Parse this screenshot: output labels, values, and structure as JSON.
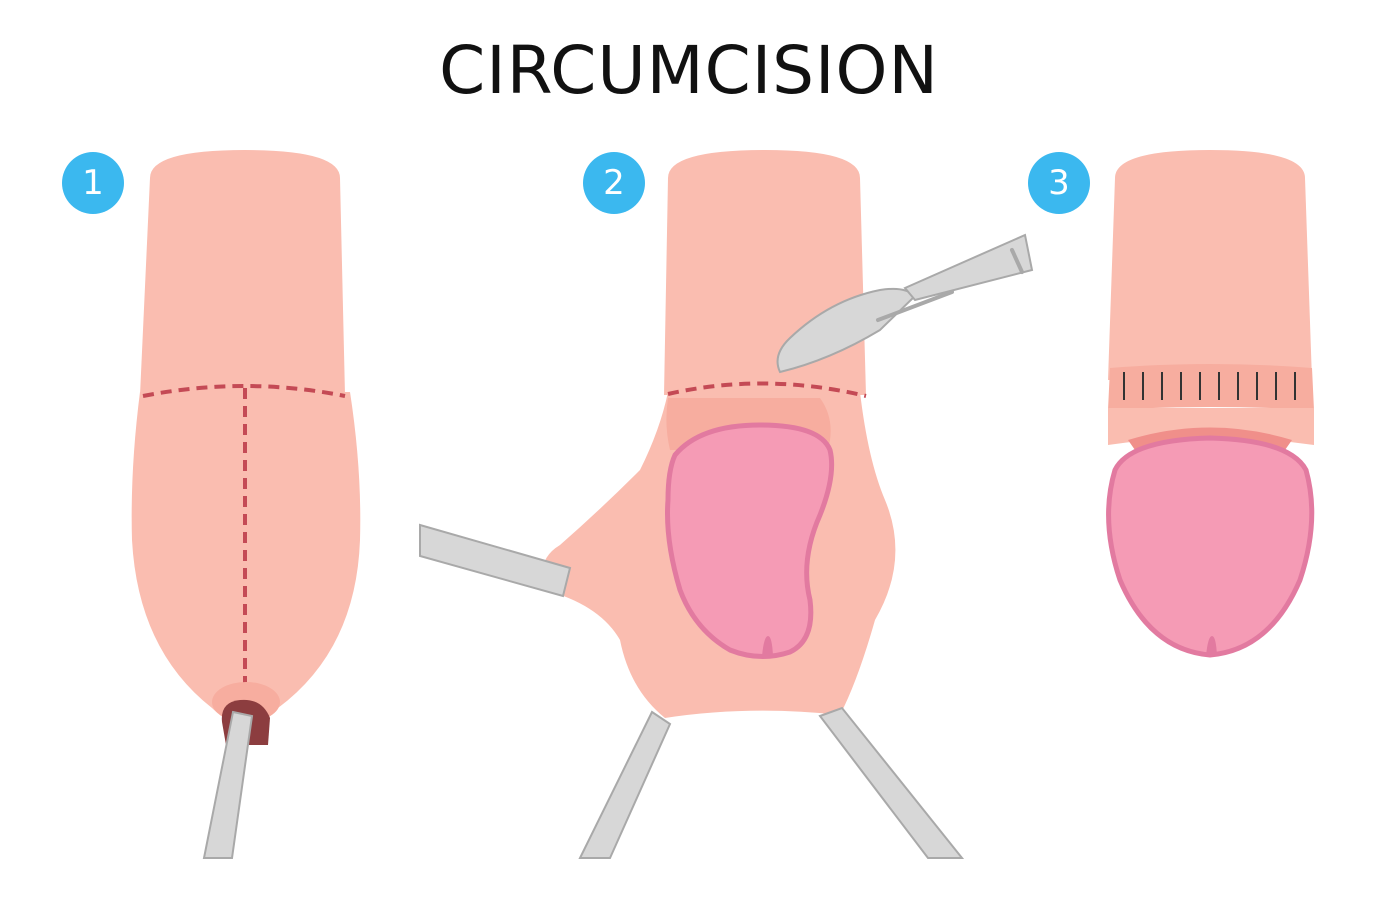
{
  "title": "CIRCUMCISION",
  "steps": [
    {
      "number": "1"
    },
    {
      "number": "2"
    },
    {
      "number": "3"
    }
  ],
  "colors": {
    "badge": "#3bb8ef",
    "skin": "#fabdb0",
    "skin_shade": "#f7ad9f",
    "glans": "#f59bb5",
    "glans_edge": "#e27aa0",
    "cut_line": "#c44a55",
    "tool": "#d7d7d7",
    "tool_edge": "#a9a9a9",
    "meatus": "#8c3d3f"
  }
}
